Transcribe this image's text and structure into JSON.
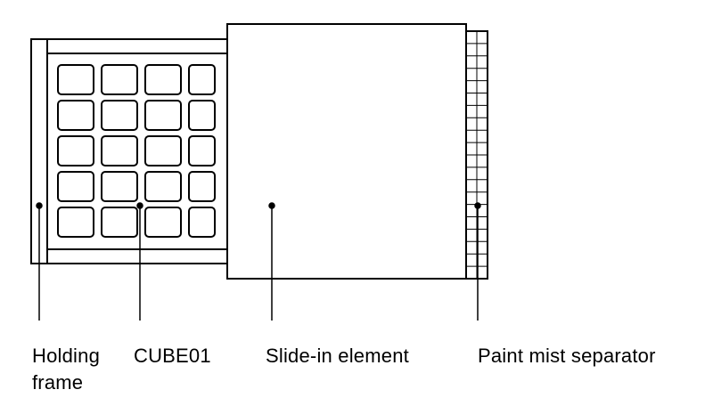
{
  "labels": {
    "holding_frame_line1": "Holding",
    "holding_frame_line2": "frame",
    "cube": "CUBE01",
    "slide_in": "Slide-in element",
    "paint_mist": "Paint mist separator"
  },
  "grid": {
    "rows": 5,
    "columns": 4
  },
  "separator_slats": 20,
  "colors": {
    "stroke": "#000000",
    "background": "#ffffff"
  }
}
